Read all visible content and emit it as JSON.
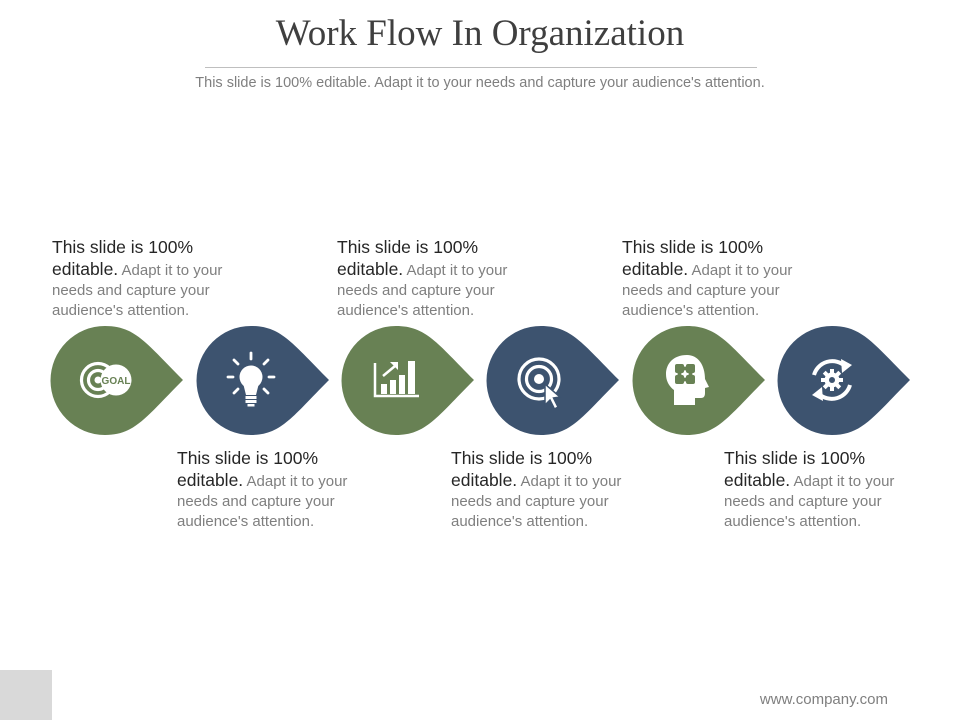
{
  "slide": {
    "title": "Work Flow In Organization",
    "subtitle": "This slide is 100% editable. Adapt it to your needs and capture your audience's attention.",
    "footer_url": "www.company.com"
  },
  "colors": {
    "green": "#688154",
    "navy": "#3d536f",
    "white": "#ffffff"
  },
  "steps": [
    {
      "icon": "goal-target-icon",
      "goal_label": "GOAL",
      "color": "green",
      "text_head": "This slide is 100%",
      "text_lead": "editable.",
      "text_mid": " Adapt it to your",
      "text_line3": "needs and capture your",
      "text_line4": "audience's attention."
    },
    {
      "icon": "lightbulb-icon",
      "color": "navy",
      "text_head": "This slide is 100%",
      "text_lead": "editable.",
      "text_mid": " Adapt it to your",
      "text_line3": "needs and capture your",
      "text_line4": "audience's attention."
    },
    {
      "icon": "bar-chart-growth-icon",
      "color": "green",
      "text_head": "This slide is 100%",
      "text_lead": "editable.",
      "text_mid": " Adapt it to your",
      "text_line3": "needs and capture your",
      "text_line4": "audience's attention."
    },
    {
      "icon": "target-cursor-icon",
      "color": "navy",
      "text_head": "This slide is 100%",
      "text_lead": "editable.",
      "text_mid": " Adapt it to your",
      "text_line3": "needs and capture your",
      "text_line4": "audience's attention."
    },
    {
      "icon": "head-puzzle-icon",
      "color": "green",
      "text_head": "This slide is 100%",
      "text_lead": "editable.",
      "text_mid": " Adapt it to your",
      "text_line3": "needs and capture your",
      "text_line4": "audience's attention."
    },
    {
      "icon": "gear-refresh-icon",
      "color": "navy",
      "text_head": "This slide is 100%",
      "text_lead": "editable.",
      "text_mid": " Adapt it to your",
      "text_line3": "needs and capture your",
      "text_line4": "audience's attention."
    }
  ]
}
